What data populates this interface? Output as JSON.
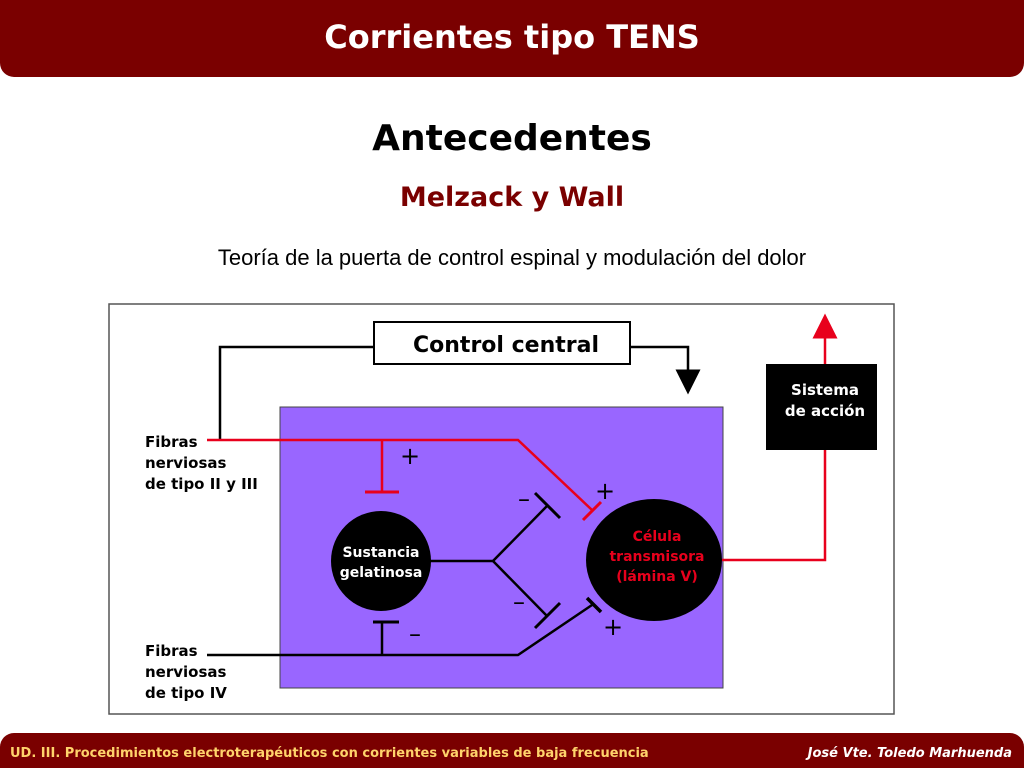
{
  "header": {
    "title": "Corrientes tipo TENS"
  },
  "main": {
    "title": "Antecedentes",
    "subtitle": "Melzack y Wall",
    "description": "Teoría de la puerta de control espinal y modulación del dolor"
  },
  "diagram": {
    "control_central": "Control central",
    "sistema_line1": "Sistema",
    "sistema_line2": "de acción",
    "fibras_top_1": "Fibras",
    "fibras_top_2": "nerviosas",
    "fibras_top_3": "de tipo II y III",
    "fibras_bottom_1": "Fibras",
    "fibras_bottom_2": "nerviosas",
    "fibras_bottom_3": "de tipo IV",
    "sg_line1": "Sustancia",
    "sg_line2": "gelatinosa",
    "cell_line1": "Célula",
    "cell_line2": "transmisora",
    "cell_line3": "(lámina V)",
    "plus": "+",
    "minus": "–"
  },
  "colors": {
    "brand": "#7a0000",
    "panel": "#9966ff",
    "excitatory": "#e8001c",
    "footer_left": "#ffd36b"
  },
  "footer": {
    "left": "UD. III. Procedimientos electroterapéuticos con corrientes variables de baja frecuencia",
    "right": "José Vte. Toledo Marhuenda"
  }
}
